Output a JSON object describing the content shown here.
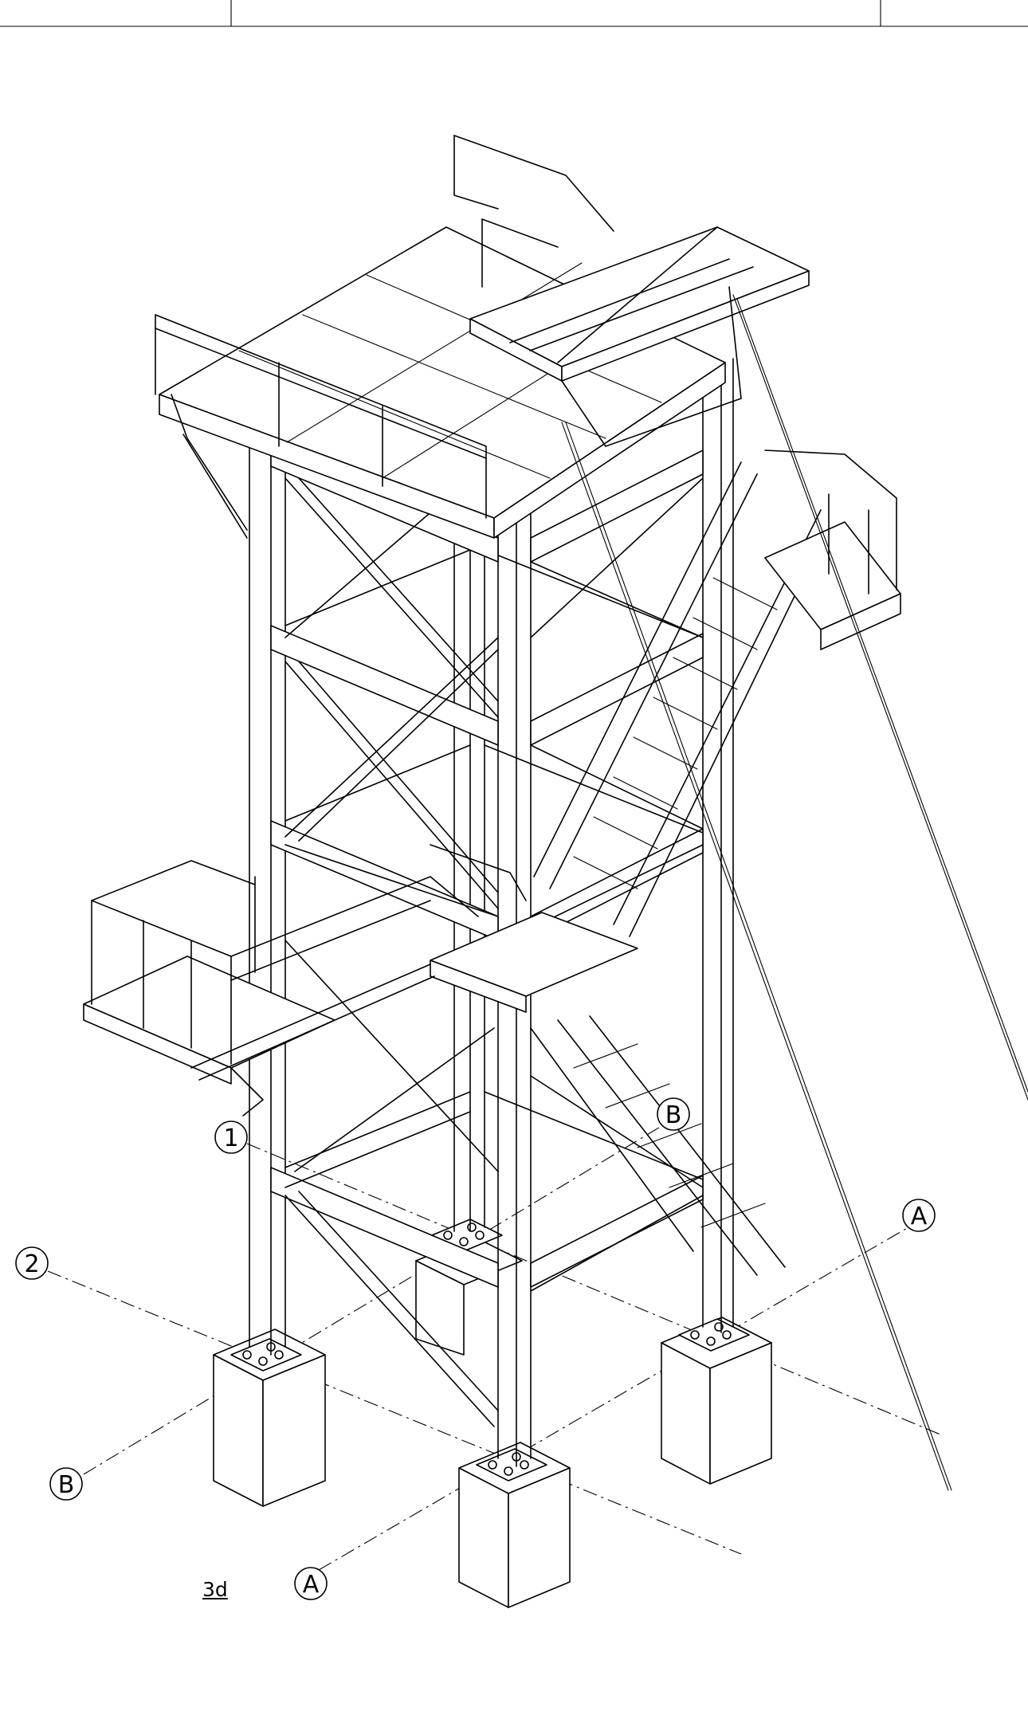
{
  "drawing": {
    "view_label": "3d",
    "grid_labels": {
      "row_1": "1",
      "row_2": "2",
      "col_A_right": "A",
      "col_A_bottom": "A",
      "col_B_top": "B",
      "col_B_left": "B"
    },
    "line_color": "#000000",
    "background": "#ffffff"
  }
}
